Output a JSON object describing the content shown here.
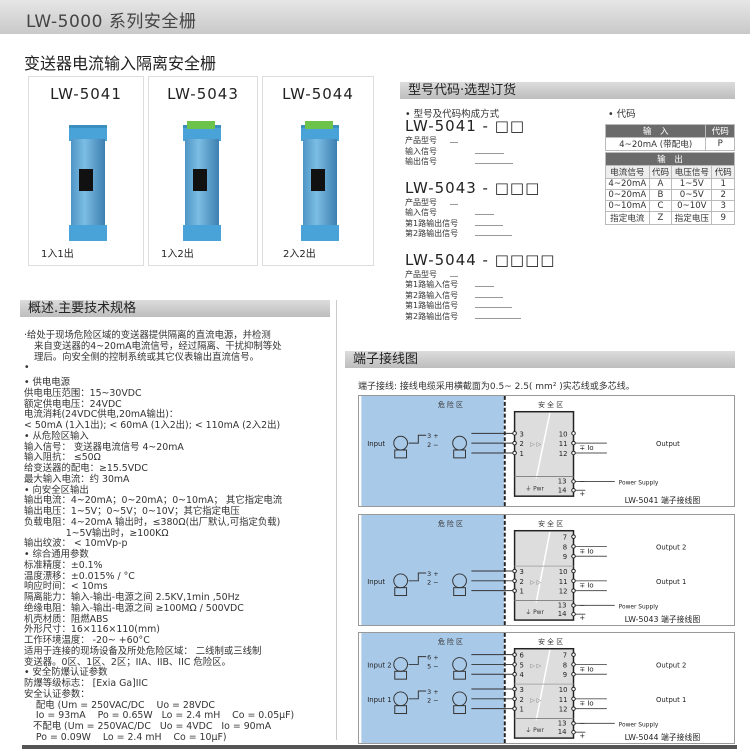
{
  "header": {
    "title": "LW-5000 系列安全栅",
    "subtitle": "变送器电流输入隔离安全栅"
  },
  "products": [
    {
      "model": "LW-5041",
      "io": "1入1出"
    },
    {
      "model": "LW-5043",
      "io": "1入2出"
    },
    {
      "model": "LW-5044",
      "io": "2入2出"
    }
  ],
  "specs": {
    "title": "概述.主要技术规格",
    "intro": [
      "·给处于现场危险区域的变送器提供隔离的直流电源，并检测",
      "来自变送器的4~20mA电流信号，经过隔离、干扰抑制等处",
      "理后。向安全侧的控制系统或其它仪表输出直流信号。",
      "•"
    ],
    "lines": [
      "• 供电电源",
      "供电电压范围：15~30VDC",
      "额定供电电压：24VDC",
      "电流消耗(24VDC供电,20mA输出)：",
      "< 50mA (1入1出); < 60mA (1入2出); < 110mA (2入2出)",
      "• 从危险区输入",
      "输入信号： 变送器电流信号 4~20mA",
      "输入阻抗： ≤50Ω",
      "给变送器的配电：≥15.5VDC",
      "最大输入电流：约 30mA",
      "• 向安全区输出",
      "输出电流：4~20mA；0~20mA；0~10mA； 其它指定电流",
      "输出电压：1~5V；0~5V；0~10V；其它指定电压",
      "负载电阻：4~20mA 输出时，≤380Ω(出厂默认,可指定负载)",
      "              1~5V输出时，≥100KΩ",
      "输出纹波： < 10mVp-p",
      "• 综合通用参数",
      "标准精度：±0.1%",
      "温度漂移：±0.015% / °C",
      "响应时间：< 10ms",
      "隔离能力：输入-输出-电源之间 2.5KV,1min ,50Hz",
      "绝缘电阻：输入-输出-电源之间 ≥100MΩ / 500VDC",
      "机壳材质：阻燃ABS",
      "外形尺寸：16×116×110(mm)",
      "工作环境温度： -20~ +60°C",
      "适用于连接的现场设备及所处危险区域： 二线制或三线制",
      "变送器。0区、1区、2区；IIA、IIB、IIC 危险区。",
      "• 安全防爆认证参数",
      "防爆等级标志： [Exia Ga]IIC",
      "安全认证参数：",
      "    配电 (Um = 250VAC/DC    Uo = 28VDC",
      "    Io = 93mA    Po = 0.65W   Lo = 2.4 mH    Co = 0.05μF)",
      "   不配电 (Um = 250VAC/DC   Uo = 4VDC   Io = 90mA",
      "    Po = 0.09W    Lo = 2.4 mH    Co = 10μF)"
    ]
  },
  "ordering": {
    "title": "型号代码·选型订货",
    "structure_label": "• 型号及代码构成方式",
    "code_label": "• 代码",
    "models": [
      {
        "model": "LW-5041 - □□",
        "parts": [
          "产品型号",
          "输入信号",
          "输出信号"
        ]
      },
      {
        "model": "LW-5043 - □□□",
        "parts": [
          "产品型号",
          "输入信号",
          "第1路输出信号",
          "第2路输出信号"
        ]
      },
      {
        "model": "LW-5044 - □□□□",
        "parts": [
          "产品型号",
          "第1路输入信号",
          "第2路输入信号",
          "第1路输出信号",
          "第2路输出信号"
        ]
      }
    ],
    "input_table": {
      "headers": [
        "输　入",
        "代码"
      ],
      "rows": [
        [
          "4~20mA (带配电)",
          "P"
        ]
      ]
    },
    "output_table": {
      "title": "输　出",
      "headers": [
        "电流信号",
        "代码",
        "电压信号",
        "代码"
      ],
      "rows": [
        [
          "4~20mA",
          "A",
          "1~5V",
          "1"
        ],
        [
          "0~20mA",
          "B",
          "0~5V",
          "2"
        ],
        [
          "0~10mA",
          "C",
          "0~10V",
          "3"
        ],
        [
          "指定电流",
          "Z",
          "指定电压",
          "9"
        ]
      ]
    }
  },
  "wiring": {
    "title": "端子接线图",
    "note": "端子接线: 接线电缆采用横截面为0.5~ 2.5( mm² )实芯线或多芯线。",
    "diagrams": [
      {
        "caption": "LW-5041  端子接线图",
        "hazard": "危 险 区",
        "safe": "安 全 区",
        "power": "Power Supply",
        "pwr": "Pwr",
        "power_terms": [
          "13",
          "14"
        ],
        "channels": [
          {
            "input": "Input",
            "tx": [
              "3 +",
              "2 −"
            ],
            "left": [
              "3",
              "2",
              "1"
            ],
            "right": [
              "10",
              "11",
              "12"
            ],
            "output": "Output",
            "io": "Io"
          }
        ]
      },
      {
        "caption": "LW-5043  端子接线图",
        "hazard": "危 险 区",
        "safe": "安 全 区",
        "power": "Power Supply",
        "pwr": "Pwr",
        "power_terms": [
          "13",
          "14"
        ],
        "channels": [
          {
            "right": [
              "7",
              "8",
              "9"
            ],
            "output": "Output 2",
            "io": "Io"
          },
          {
            "input": "Input",
            "tx": [
              "3 +",
              "2 −"
            ],
            "left": [
              "3",
              "2",
              "1"
            ],
            "right": [
              "10",
              "11",
              "12"
            ],
            "output": "Output 1",
            "io": "Io"
          }
        ]
      },
      {
        "caption": "LW-5044  端子接线图",
        "hazard": "危 险 区",
        "safe": "安 全 区",
        "power": "Power Supply",
        "pwr": "Pwr",
        "power_terms": [
          "13",
          "14"
        ],
        "channels": [
          {
            "input": "Input 2",
            "tx": [
              "6 +",
              "5 −"
            ],
            "left": [
              "6",
              "5",
              "4"
            ],
            "right": [
              "7",
              "8",
              "9"
            ],
            "output": "Output 2",
            "io": "Io"
          },
          {
            "input": "Input 1",
            "tx": [
              "3 +",
              "2 −"
            ],
            "left": [
              "3",
              "2",
              "1"
            ],
            "right": [
              "10",
              "11",
              "12"
            ],
            "output": "Output 1",
            "io": "Io"
          }
        ]
      }
    ]
  },
  "colors": {
    "hazard_area": "#a9c9e8",
    "module_body": "#5a9fd0",
    "terminal_green": "#6cc24a"
  }
}
